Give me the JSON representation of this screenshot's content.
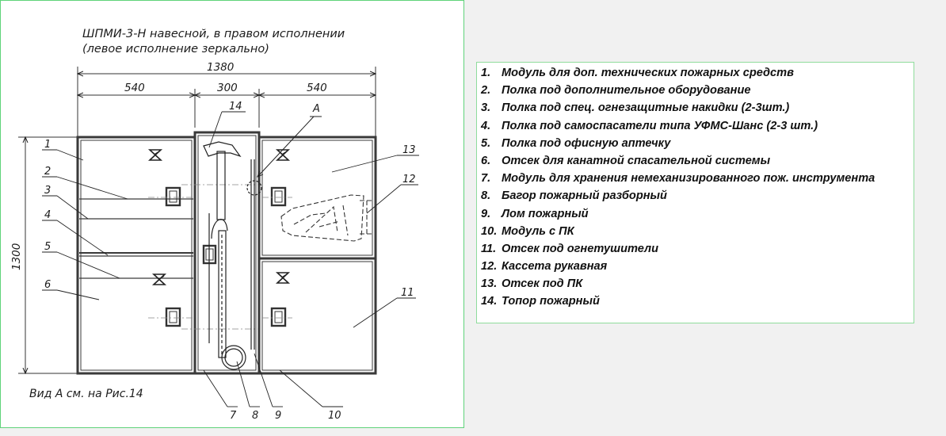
{
  "drawing": {
    "title_line1": "ШПМИ-3-Н навесной, в правом исполнении",
    "title_line2": "(левое исполнение зеркально)",
    "dim_total_width": "1380",
    "dim_left_width": "540",
    "dim_middle_width": "300",
    "dim_right_width": "540",
    "dim_height": "1300",
    "view_note": "Вид А см. на Рис.14",
    "view_label": "А",
    "callouts": [
      "1",
      "2",
      "3",
      "4",
      "5",
      "6",
      "7",
      "8",
      "9",
      "10",
      "11",
      "12",
      "13",
      "14"
    ]
  },
  "legend": {
    "items": [
      {
        "num": "1.",
        "text": "Модуль для доп. технических пожарных средств"
      },
      {
        "num": "2.",
        "text": "Полка под дополнительное оборудование"
      },
      {
        "num": "3.",
        "text": "Полка под спец. огнезащитные накидки (2-3шт.)"
      },
      {
        "num": "4.",
        "text": "Полка под самоспасатели типа УФМС-Шанс (2-3 шт.)"
      },
      {
        "num": "5.",
        "text": "Полка под офисную аптечку"
      },
      {
        "num": "6.",
        "text": "Отсек для канатной спасательной системы"
      },
      {
        "num": "7.",
        "text": "Модуль для хранения немеханизированного пож. инструмента"
      },
      {
        "num": "8.",
        "text": "Багор пожарный разборный"
      },
      {
        "num": "9.",
        "text": "Лом пожарный"
      },
      {
        "num": "10.",
        "text": "Модуль с ПК"
      },
      {
        "num": "11.",
        "text": "Отсек под огнетушители"
      },
      {
        "num": "12.",
        "text": "Кассета рукавная"
      },
      {
        "num": "13.",
        "text": "Отсек под ПК"
      },
      {
        "num": "14.",
        "text": "Топор пожарный"
      }
    ]
  }
}
